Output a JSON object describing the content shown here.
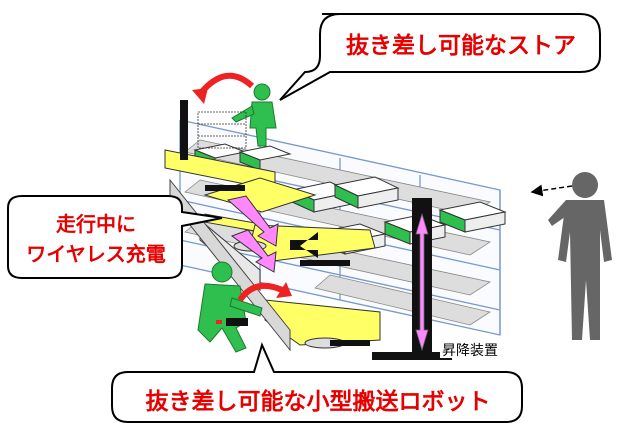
{
  "callouts": {
    "store": "抜き差し可能なストア",
    "charging_line1": "走行中に",
    "charging_line2": "ワイヤレス充電",
    "robot": "抜き差し可能な小型搬送ロボット"
  },
  "labels": {
    "lifter": "昇降装置"
  },
  "colors": {
    "callout_text": "#e60000",
    "conveyor_yellow": "#ffff66",
    "worker_green": "#2fbf4f",
    "lift_arrow": "#ff88ff",
    "person_gray": "#666666",
    "rack_line": "#7799cc"
  },
  "icons": [
    "worker-figure",
    "crouching-worker-figure",
    "observer-person-figure",
    "rotate-arrow-icon",
    "lift-arrow-icon",
    "move-arrow-icon"
  ]
}
